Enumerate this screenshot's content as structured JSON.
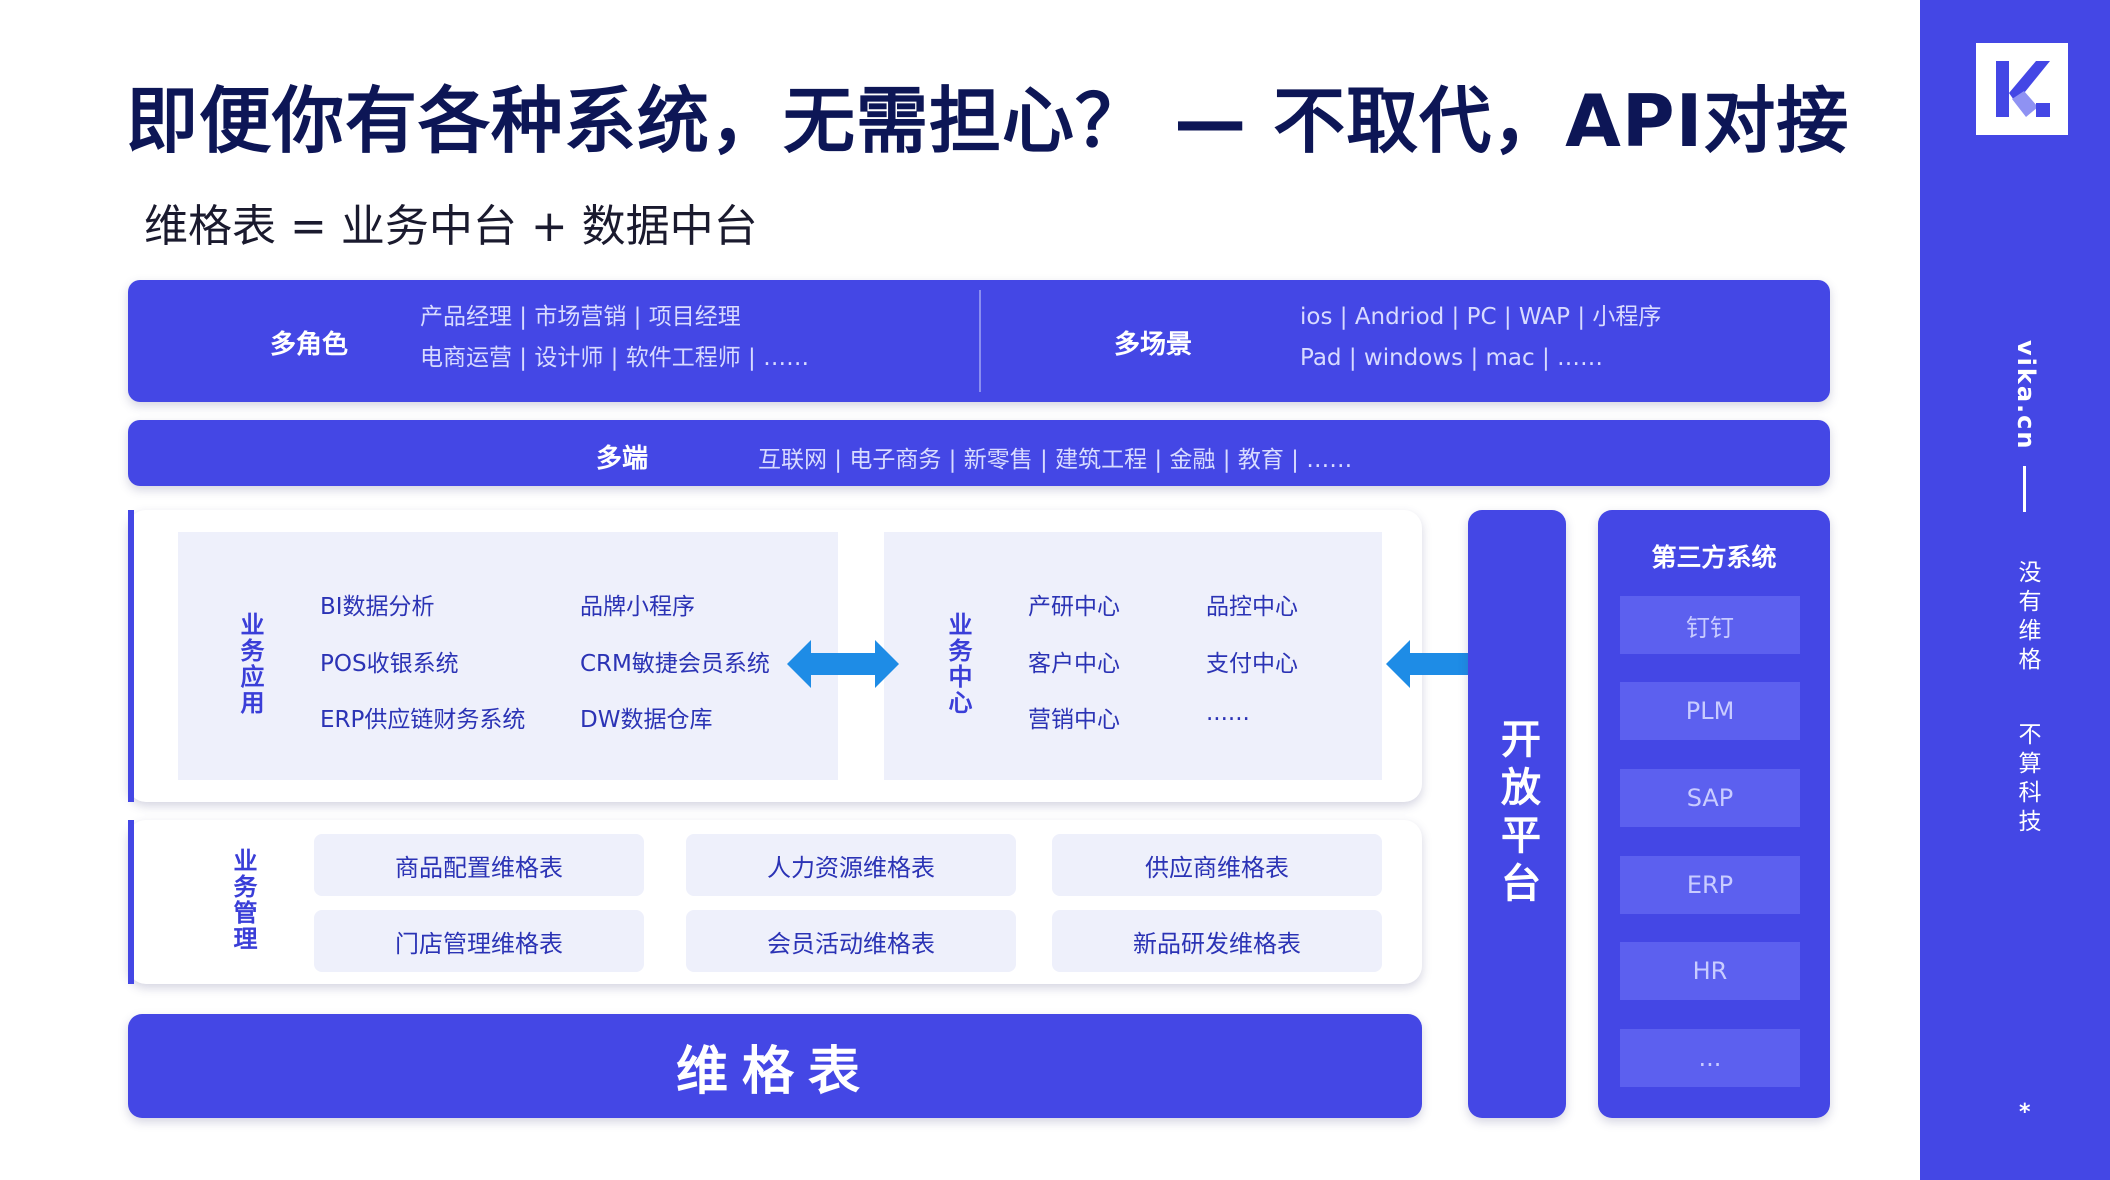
{
  "header": {
    "title": "即便你有各种系统，无需担心？ — 不取代，API对接",
    "subtitle": "维格表 = 业务中台 + 数据中台"
  },
  "roles_band": {
    "roles_label": "多角色",
    "roles_line1": "产品经理 | 市场营销 | 项目经理",
    "roles_line2": "电商运营 | 设计师 | 软件工程师 | ……",
    "scenes_label": "多场景",
    "scenes_line1": "ios  | Andriod | PC | WAP | 小程序",
    "scenes_line2": "Pad | windows | mac  | ……"
  },
  "ends_band": {
    "label": "多端",
    "text": "互联网 | 电子商务 | 新零售 | 建筑工程 | 金融 | 教育 | ……"
  },
  "business_apps": {
    "label": "业务应用",
    "items": [
      "BI数据分析",
      "品牌小程序",
      "POS收银系统",
      "CRM敏捷会员系统",
      "ERP供应链财务系统",
      "DW数据仓库"
    ]
  },
  "business_center": {
    "label": "业务中心",
    "items": [
      "产研中心",
      "品控中心",
      "客户中心",
      "支付中心",
      "营销中心",
      "......"
    ]
  },
  "business_mgmt": {
    "label": "业务管理",
    "chips": [
      "商品配置维格表",
      "人力资源维格表",
      "供应商维格表",
      "门店管理维格表",
      "会员活动维格表",
      "新品研发维格表"
    ]
  },
  "base_bar": {
    "label": "维格表"
  },
  "open_platform": {
    "label": "开放平台"
  },
  "third_party": {
    "title": "第三方系统",
    "items": [
      "钉钉",
      "PLM",
      "SAP",
      "ERP",
      "HR",
      "..."
    ]
  },
  "sidebar": {
    "url": "vika.cn",
    "slogan_part1": "没有维格",
    "slogan_part2": "不算科技",
    "star": "*"
  },
  "colors": {
    "primary": "#4447e5",
    "panel_grey": "#eef0fb",
    "arrow": "#1e8ce6",
    "title": "#0d1656"
  }
}
